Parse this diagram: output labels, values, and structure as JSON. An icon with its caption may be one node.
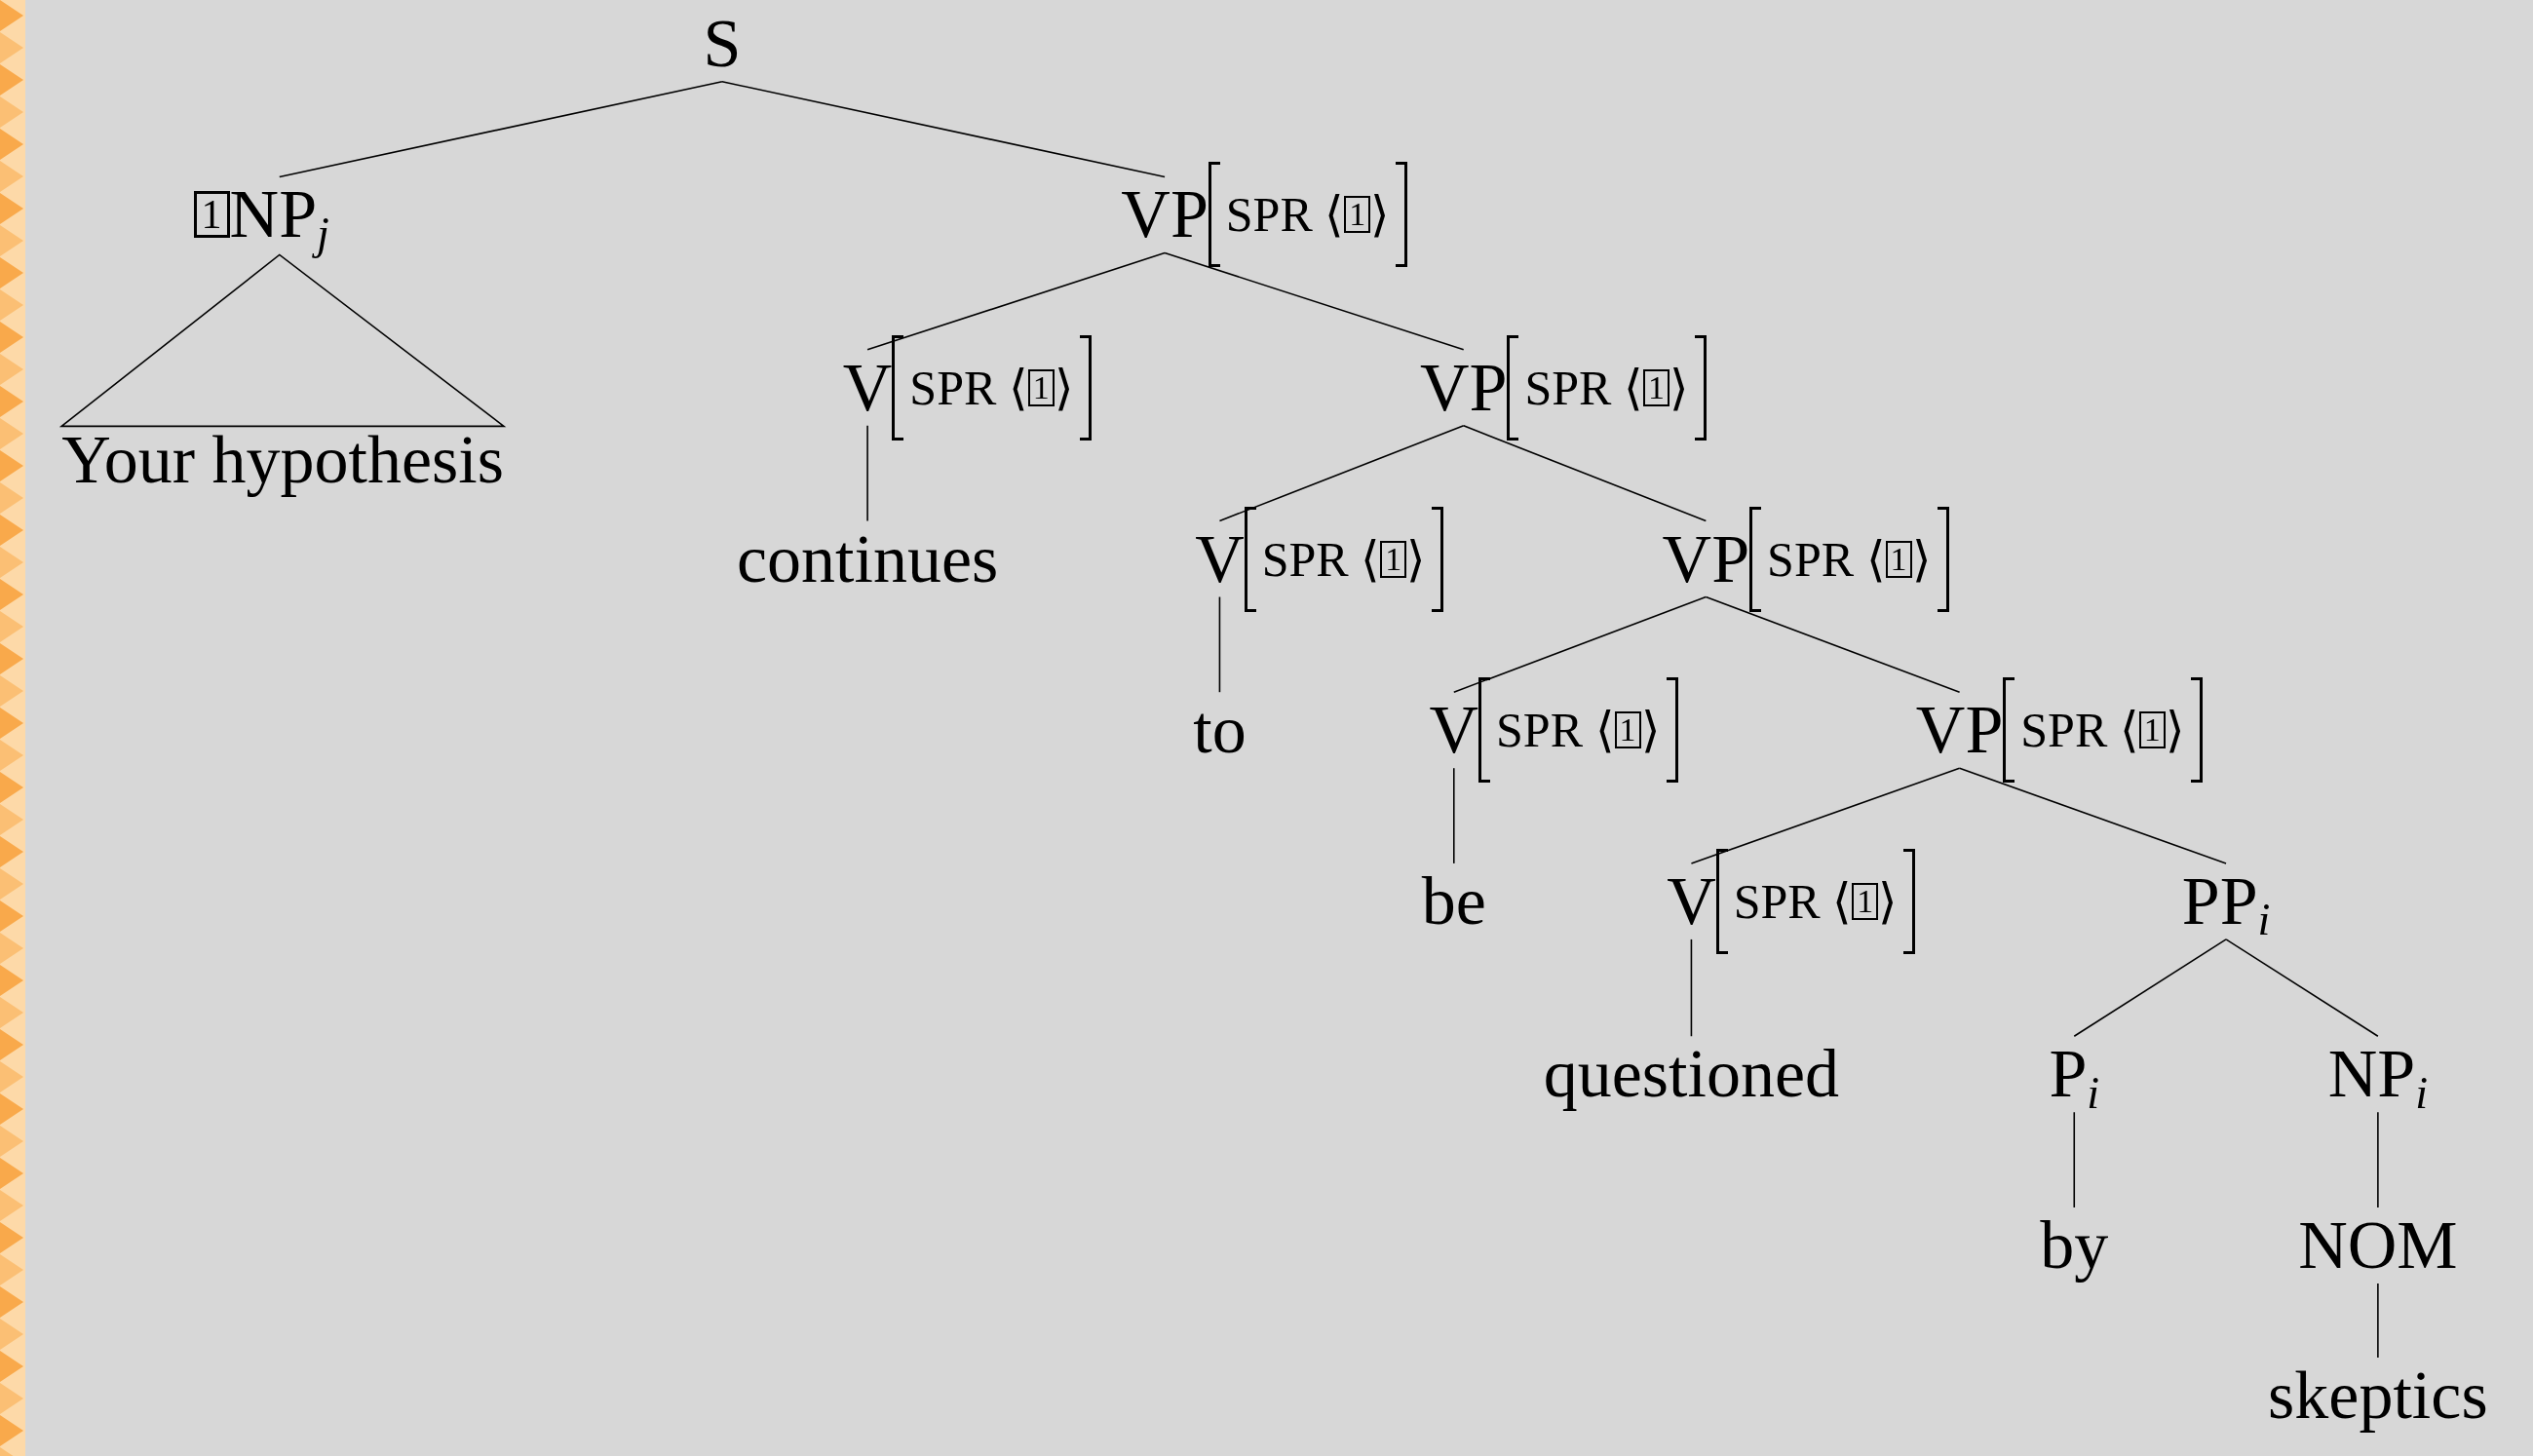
{
  "diagram": {
    "nodes": [
      {
        "text": [
          "S"
        ]
      },
      {
        "text": [
          "1",
          "NP$_{j}$"
        ]
      },
      {
        "text": [
          "VP",
          "SPR ⟨",
          "1",
          "⟩"
        ]
      },
      {
        "text": [
          "V",
          "SPR ⟨",
          "1",
          "⟩"
        ]
      },
      {
        "text": [
          "VP",
          "SPR ⟨",
          "1",
          "⟩"
        ]
      },
      {
        "text": [
          "Your hypothesis"
        ]
      },
      {
        "text": [
          "continues"
        ]
      },
      {
        "text": [
          "V",
          "SPR ⟨",
          "1",
          "⟩"
        ]
      },
      {
        "text": [
          "VP",
          "SPR ⟨",
          "1",
          "⟩"
        ]
      },
      {
        "text": [
          "to"
        ]
      },
      {
        "text": [
          "V",
          "SPR ⟨",
          "1",
          "⟩"
        ]
      },
      {
        "text": [
          "VP",
          "SPR ⟨",
          "1",
          "⟩"
        ]
      },
      {
        "text": [
          "be"
        ]
      },
      {
        "text": [
          "V",
          "SPR ⟨",
          "1",
          "⟩"
        ]
      },
      {
        "text": [
          "PP$_{i}$"
        ]
      },
      {
        "text": [
          "questioned"
        ]
      },
      {
        "text": [
          "P$_{i}$"
        ]
      },
      {
        "text": [
          "NP$_{i}$"
        ]
      },
      {
        "text": [
          "by"
        ]
      },
      {
        "text": [
          "NOM"
        ]
      },
      {
        "text": [
          "skeptics"
        ]
      }
    ],
    "edges": [
      {
        "from": 0,
        "to": 1,
        "arrow": "none"
      },
      {
        "from": 0,
        "to": 2,
        "arrow": "none"
      },
      {
        "from": 1,
        "to": 5,
        "arrow": "none"
      },
      {
        "from": 2,
        "to": 3,
        "arrow": "none"
      },
      {
        "from": 2,
        "to": 4,
        "arrow": "none"
      },
      {
        "from": 3,
        "to": 6,
        "arrow": "none"
      },
      {
        "from": 4,
        "to": 7,
        "arrow": "none"
      },
      {
        "from": 4,
        "to": 8,
        "arrow": "none"
      },
      {
        "from": 7,
        "to": 9,
        "arrow": "none"
      },
      {
        "from": 8,
        "to": 10,
        "arrow": "none"
      },
      {
        "from": 8,
        "to": 11,
        "arrow": "none"
      },
      {
        "from": 10,
        "to": 12,
        "arrow": "none"
      },
      {
        "from": 11,
        "to": 13,
        "arrow": "none"
      },
      {
        "from": 11,
        "to": 14,
        "arrow": "none"
      },
      {
        "from": 13,
        "to": 15,
        "arrow": "none"
      },
      {
        "from": 14,
        "to": 16,
        "arrow": "none"
      },
      {
        "from": 14,
        "to": 17,
        "arrow": "none"
      },
      {
        "from": 16,
        "to": 18,
        "arrow": "none"
      },
      {
        "from": 17,
        "to": 19,
        "arrow": "none"
      },
      {
        "from": 19,
        "to": 20,
        "arrow": "none"
      }
    ]
  }
}
